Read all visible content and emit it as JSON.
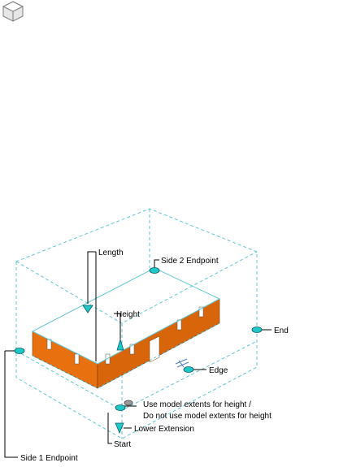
{
  "header": {
    "icon": "box-wireframe-icon"
  },
  "colors": {
    "outline": "#5fc6d3",
    "grip": "#1fc8c8",
    "grip_stroke": "#0a5a66",
    "wall": "#e8700e",
    "wall_dark": "#b9520a",
    "leader": "#000000"
  },
  "labels": {
    "length": "Length",
    "side2_endpoint": "Side 2 Endpoint",
    "height": "Height",
    "end": "End",
    "edge": "Edge",
    "use_model_extents": "Use model extents for height /",
    "dont_use_model_extents": "Do not use model extents for height",
    "lower_extension": "Lower Extension",
    "start": "Start",
    "side1_endpoint": "Side 1 Endpoint"
  }
}
